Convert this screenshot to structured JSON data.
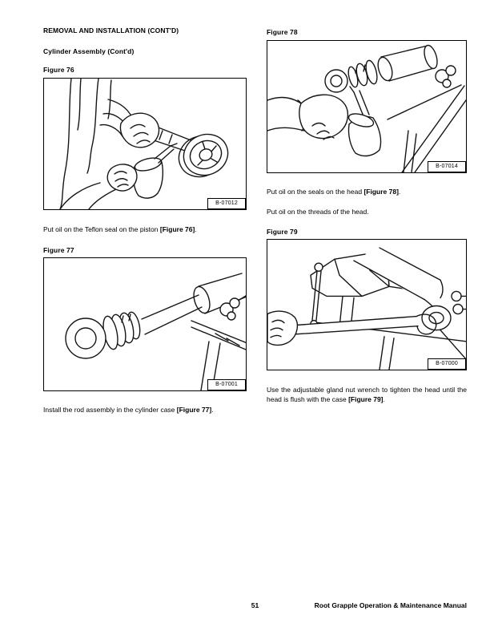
{
  "header": {
    "section_title": "REMOVAL AND INSTALLATION (CONT'D)",
    "subsection_title": "Cylinder Assembly (Cont'd)"
  },
  "figures": {
    "fig76": {
      "heading": "Figure 76",
      "photo_label": "B-07012"
    },
    "fig77": {
      "heading": "Figure 77",
      "photo_label": "B-07001"
    },
    "fig78": {
      "heading": "Figure 78",
      "photo_label": "B-07014"
    },
    "fig79": {
      "heading": "Figure 79",
      "photo_label": "B-07000"
    }
  },
  "captions": {
    "fig76": {
      "text": "Put oil on the Teflon seal on the piston ",
      "ref": "[Figure 76]",
      "end": "."
    },
    "fig77": {
      "text": "Install the rod assembly in the cylinder case ",
      "ref": "[Figure 77]",
      "end": "."
    },
    "fig78": {
      "text": "Put oil on the seals on the head ",
      "ref": "[Figure 78]",
      "end": "."
    },
    "fig78_note": "Put oil on the threads of the head.",
    "fig79": {
      "text": "Use the adjustable gland nut wrench to tighten the head until the head is flush with the case ",
      "ref": "[Figure 79]",
      "end": "."
    }
  },
  "footer": {
    "page_number": "51",
    "manual_title": "Root Grapple Operation & Maintenance Manual"
  },
  "colors": {
    "ink": "#000000",
    "paper": "#ffffff"
  }
}
